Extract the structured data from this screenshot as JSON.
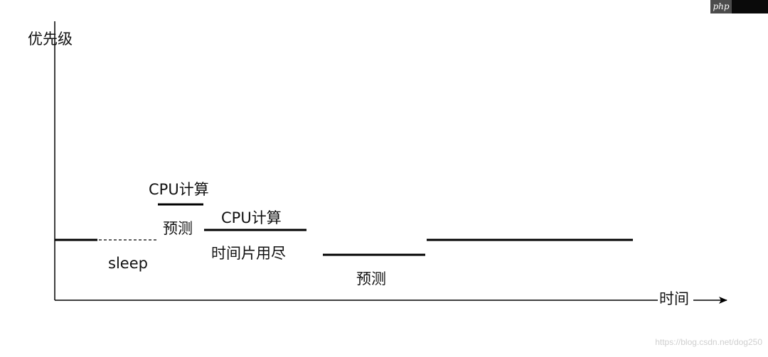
{
  "badge": {
    "text": "php"
  },
  "axes": {
    "y_label": "优先级",
    "x_label": "时间"
  },
  "labels": {
    "cpu_compute_1": "CPU计算",
    "predict_1": "预测",
    "cpu_compute_2": "CPU计算",
    "sleep": "sleep",
    "timeslice_exhausted": "时间片用尽",
    "predict_2": "预测"
  },
  "watermark": "https://blog.csdn.net/dog250"
}
